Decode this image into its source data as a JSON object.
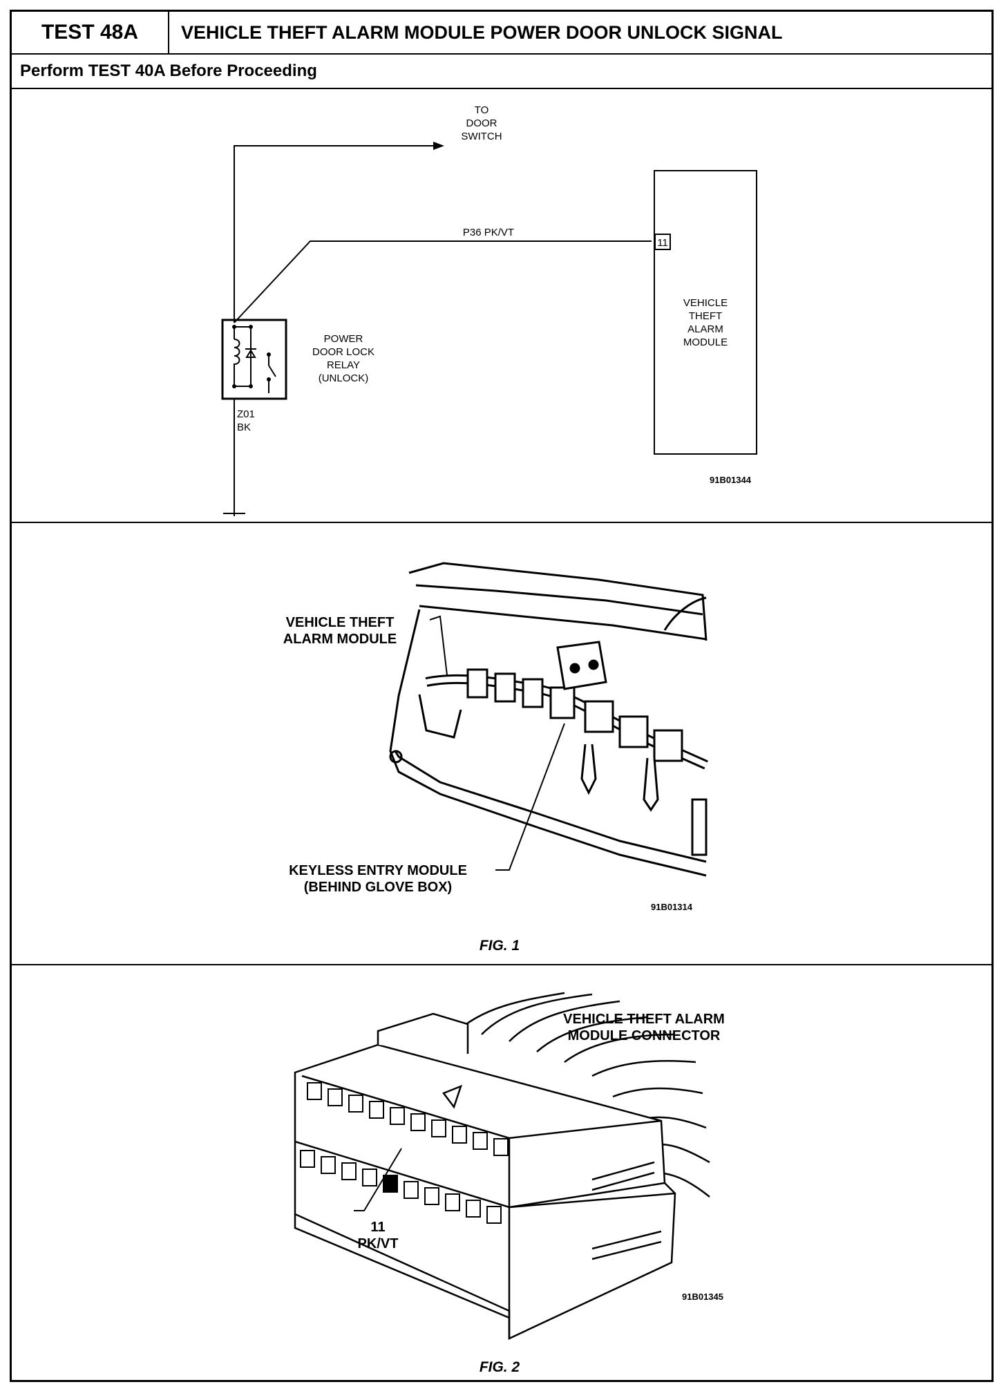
{
  "header": {
    "test_number": "TEST 48A",
    "title": "VEHICLE THEFT ALARM MODULE POWER DOOR UNLOCK SIGNAL",
    "prerequisite": "Perform TEST 40A Before Proceeding"
  },
  "schematic": {
    "to_door_switch": [
      "TO",
      "DOOR",
      "SWITCH"
    ],
    "wire_label": "P36 PK/VT",
    "pin_number": "11",
    "module_label": [
      "VEHICLE",
      "THEFT",
      "ALARM",
      "MODULE"
    ],
    "relay_label": [
      "POWER",
      "DOOR LOCK",
      "RELAY",
      "(UNLOCK)"
    ],
    "ground_wire": [
      "Z01",
      "BK"
    ],
    "figure_code": "91B01344"
  },
  "figure1": {
    "label_module": [
      "VEHICLE THEFT",
      "ALARM MODULE"
    ],
    "label_keyless": [
      "KEYLESS ENTRY MODULE",
      "(BEHIND GLOVE BOX)"
    ],
    "figure_code": "91B01314",
    "caption": "FIG. 1"
  },
  "figure2": {
    "connector_label": [
      "VEHICLE THEFT ALARM",
      "MODULE CONNECTOR"
    ],
    "pin_label": [
      "11",
      "PK/VT"
    ],
    "figure_code": "91B01345",
    "caption": "FIG. 2"
  }
}
